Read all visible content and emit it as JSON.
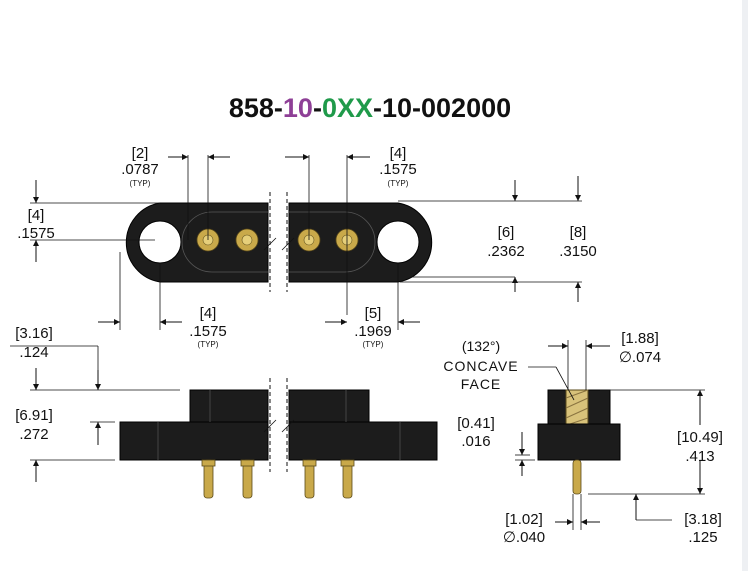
{
  "title": {
    "prefix": "858-",
    "part1": "10",
    "dash1": "-",
    "part2": "0XX",
    "suffix": "-10-002000",
    "color_part1": "#8e3f96",
    "color_part2": "#1f9a4a"
  },
  "dims": {
    "d_pitch_mm": "2",
    "d_pitch_in": ".0787",
    "d_pin_mm": "4",
    "d_pin_in": ".1575",
    "d_height_mm": "4",
    "d_height_in": ".1575",
    "d_width_mm": "6",
    "d_width_in": ".2362",
    "d_overall_mm": "8",
    "d_overall_in": ".3150",
    "d_hole_mm": "4",
    "d_hole_in": ".1575",
    "d_hole2_mm": "5",
    "d_hole2_in": ".1969",
    "d_top_mm": "3.16",
    "d_top_in": ".124",
    "d_body_mm": "6.91",
    "d_body_in": ".272",
    "d_dia_mm": "1.88",
    "d_dia_in": "∅.074",
    "d_flange_mm": "0.41",
    "d_flange_in": ".016",
    "d_total_mm": "10.49",
    "d_total_in": ".413",
    "d_tip_mm": "1.02",
    "d_tip_in": "∅.040",
    "d_tail_mm": "3.18",
    "d_tail_in": ".125"
  },
  "typ_label": "(TYP)",
  "concave": {
    "angle": "(132°)",
    "line1": "CONCAVE",
    "line2": "FACE"
  },
  "colors": {
    "body": "#1c1c1c",
    "gold": "#c9a94a",
    "insulator": "#d8c27a"
  }
}
